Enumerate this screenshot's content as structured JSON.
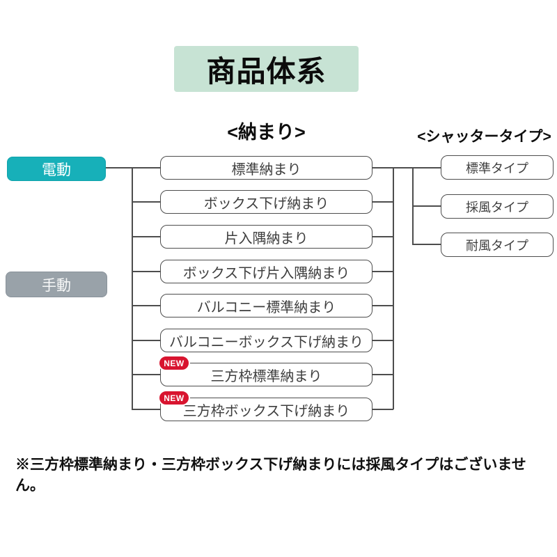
{
  "title": "商品体系",
  "columns": {
    "osamari_header": "<納まり>",
    "shutter_header": "<シャッタータイプ>"
  },
  "drives": [
    {
      "label": "電動",
      "color": "#17b0b9"
    },
    {
      "label": "手動",
      "color": "#99a2a9"
    }
  ],
  "osamari": {
    "items": [
      {
        "label": "標準納まり",
        "new": false
      },
      {
        "label": "ボックス下げ納まり",
        "new": false
      },
      {
        "label": "片入隅納まり",
        "new": false
      },
      {
        "label": "ボックス下げ片入隅納まり",
        "new": false
      },
      {
        "label": "バルコニー標準納まり",
        "new": false
      },
      {
        "label": "バルコニーボックス下げ納まり",
        "new": false
      },
      {
        "label": "三方枠標準納まり",
        "new": true
      },
      {
        "label": "三方枠ボックス下げ納まり",
        "new": true
      }
    ]
  },
  "shutter": {
    "items": [
      {
        "label": "標準タイプ"
      },
      {
        "label": "採風タイプ"
      },
      {
        "label": "耐風タイプ"
      }
    ]
  },
  "badge": {
    "label": "NEW",
    "color": "#d8142f"
  },
  "note": "※三方枠標準納まり・三方枠ボックス下げ納まりには採風タイプはございません。",
  "colors": {
    "title_bg": "#c7e3d4",
    "electric": "#17b0b9",
    "manual": "#99a2a9",
    "badge_red": "#d8142f",
    "line": "#4d4d4d",
    "box_border": "#4d4d4d",
    "box_text": "#3d3d3d"
  }
}
